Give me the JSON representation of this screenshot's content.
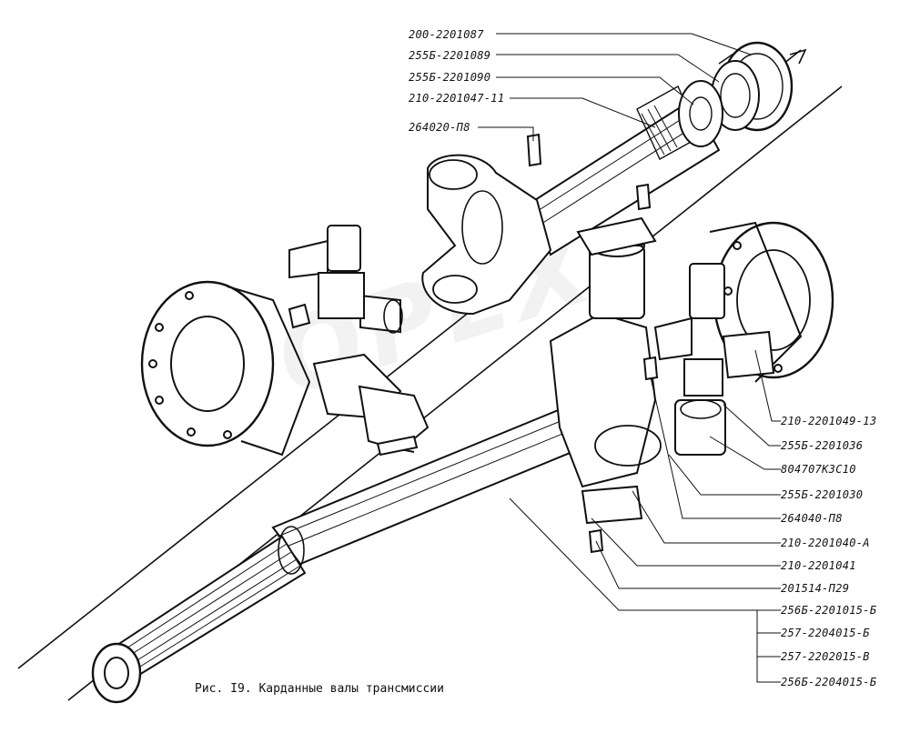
{
  "caption": "Рис. I9. Карданные валы трансмиссии",
  "watermark": "OPEX",
  "labels": [
    "200-2201087",
    "255Б-2201089",
    "255Б-2201090",
    "210-2201047-11",
    "264020-П8",
    "210-2201049-13",
    "255Б-2201036",
    "804707К3С10",
    "255Б-2201030",
    "264040-П8",
    "210-2201040-А",
    "210-2201041",
    "201514-П29",
    "256Б-2201015-Б",
    "257-2204015-Б",
    "257-2202015-В",
    "256Б-2204015-Б"
  ]
}
